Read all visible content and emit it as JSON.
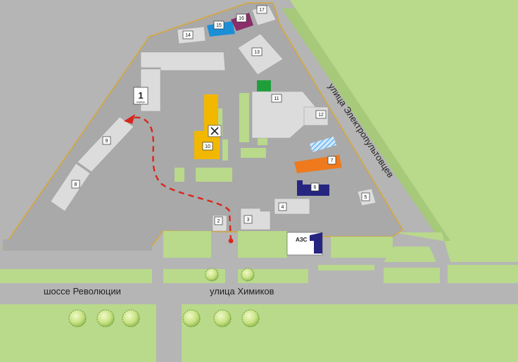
{
  "labels": {
    "road_left": "шоссе Революции",
    "road_center": "улица Химиков",
    "road_diagonal": "улица Электропультовцев",
    "gas_station": "АЗС",
    "entrance_num": "1",
    "entrance_sub": "корпус"
  },
  "buildings": [
    {
      "id": "b1",
      "label": "1"
    },
    {
      "id": "b2",
      "label": "2"
    },
    {
      "id": "b3",
      "label": "3"
    },
    {
      "id": "b4",
      "label": "4"
    },
    {
      "id": "b5",
      "label": "5"
    },
    {
      "id": "b6",
      "label": "6"
    },
    {
      "id": "b7",
      "label": "7"
    },
    {
      "id": "b8",
      "label": "8"
    },
    {
      "id": "b9",
      "label": "9"
    },
    {
      "id": "b10",
      "label": "10"
    },
    {
      "id": "b11",
      "label": "11"
    },
    {
      "id": "b12",
      "label": "12"
    },
    {
      "id": "b13",
      "label": "13"
    },
    {
      "id": "b14",
      "label": "14"
    },
    {
      "id": "b15",
      "label": "15"
    },
    {
      "id": "b16",
      "label": "16"
    },
    {
      "id": "b17",
      "label": "17"
    }
  ],
  "colors": {
    "grass": "#b9d98b",
    "grass_dark": "#9fc46f",
    "road": "#b4b4b4",
    "territory": "#a9a9a9",
    "building": "#dcdcdc",
    "yellow": "#f2b800",
    "orange": "#ee7a1d",
    "navy": "#262680",
    "blue": "#1b8fd6",
    "purple": "#8a2d6a",
    "green": "#1f9e3a",
    "route": "#d9261c",
    "border": "#d7a63c"
  },
  "icons": {
    "canteen": "fork-knife-icon",
    "route_end": "arrow-icon"
  }
}
